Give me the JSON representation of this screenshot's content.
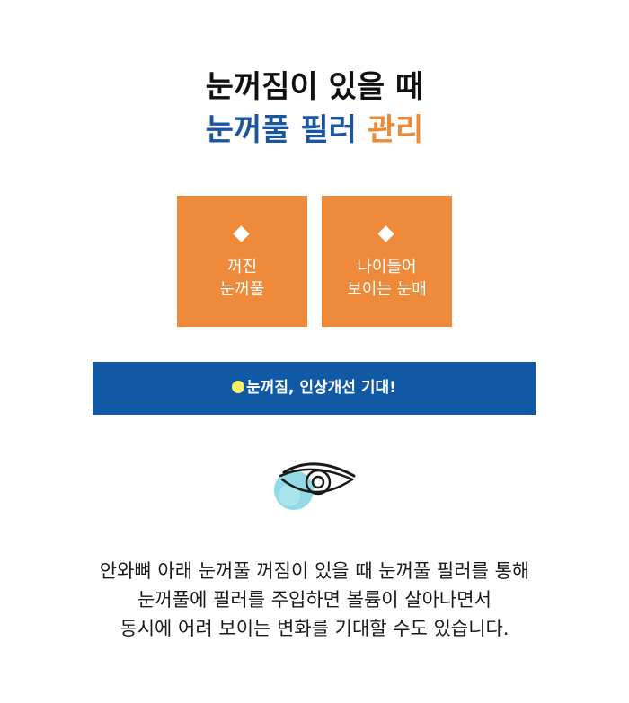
{
  "title": {
    "line1": "눈꺼짐이 있을 때",
    "line2_blue": "눈꺼풀 필러",
    "line2_orange": "관리"
  },
  "cards": [
    {
      "line1": "꺼진",
      "line2": "눈꺼풀"
    },
    {
      "line1": "나이들어",
      "line2": "보이는 눈매"
    }
  ],
  "banner": {
    "text": "눈꺼짐, 인상개선 기대!"
  },
  "description": {
    "lines": [
      "안와뼈 아래 눈꺼풀 꺼짐이 있을 때 눈꺼풀 필러를 통해",
      "눈꺼풀에 필러를 주입하면 볼륨이 살아나면서",
      "동시에 어려 보이는 변화를 기대할 수도 있습니다."
    ]
  },
  "colors": {
    "orange": "#ee8a3a",
    "blue": "#1158a5",
    "title_blue": "#1a55a0",
    "dot_yellow": "#f6f26a"
  },
  "icons": {
    "card_marker": "diamond-icon",
    "illustration": "eye-icon"
  }
}
